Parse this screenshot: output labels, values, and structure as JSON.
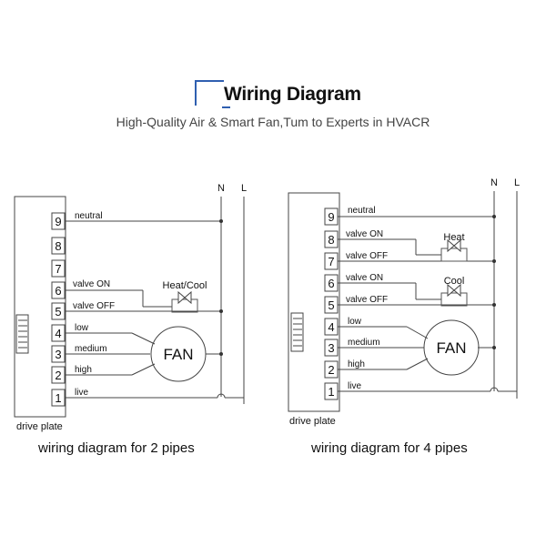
{
  "header": {
    "title": "Wiring Diagram",
    "subtitle": "High-Quality Air & Smart Fan,Tum to Experts in HVACR"
  },
  "colors": {
    "accent": "#2f5fb0",
    "line": "#444444",
    "text": "#222222"
  },
  "left_diagram": {
    "caption": "wiring diagram for 2 pipes",
    "plate_label": "drive plate",
    "terminals": [
      "9",
      "8",
      "7",
      "6",
      "5",
      "4",
      "3",
      "2",
      "1"
    ],
    "wire_labels": [
      "neutral",
      "valve ON",
      "valve OFF",
      "low",
      "medium",
      "high",
      "live"
    ],
    "valve_label": "Heat/Cool",
    "fan_label": "FAN",
    "bus_labels": [
      "N",
      "L"
    ]
  },
  "right_diagram": {
    "caption": "wiring diagram for 4 pipes",
    "plate_label": "drive plate",
    "terminals": [
      "9",
      "8",
      "7",
      "6",
      "5",
      "4",
      "3",
      "2",
      "1"
    ],
    "wire_labels": [
      "neutral",
      "valve ON",
      "valve OFF",
      "valve ON",
      "valve OFF",
      "low",
      "medium",
      "high",
      "live"
    ],
    "valve_labels": [
      "Heat",
      "Cool"
    ],
    "fan_label": "FAN",
    "bus_labels": [
      "N",
      "L"
    ]
  }
}
